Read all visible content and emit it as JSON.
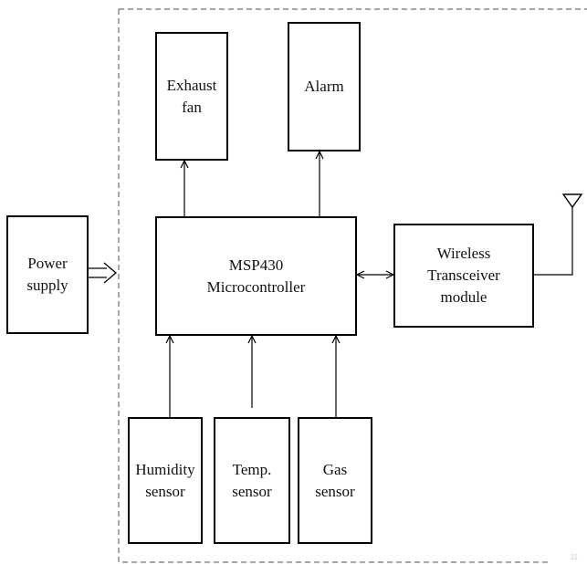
{
  "blocks": {
    "exhaust_fan": "Exhaust\nfan",
    "alarm": "Alarm",
    "power_supply": "Power\nsupply",
    "mcu": "MSP430\nMicrocontroller",
    "wireless": "Wireless\nTransceiver\nmodule",
    "humidity": "Humidity\nsensor",
    "temp": "Temp.\nsensor",
    "gas": "Gas\nsensor"
  },
  "page_mark": "11"
}
